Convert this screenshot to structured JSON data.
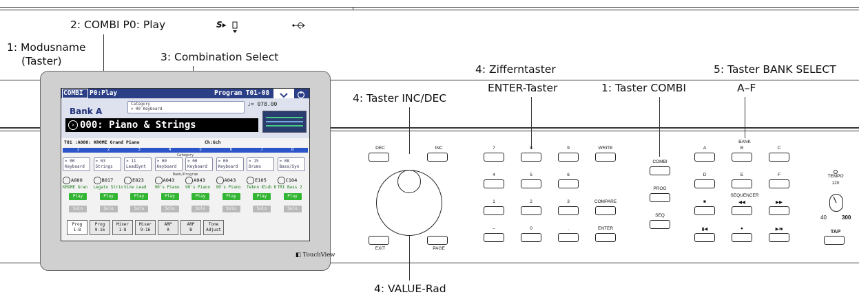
{
  "callouts": {
    "modusname_line1": "1: Modusname",
    "modusname_line2": "(Taster)",
    "combi_p0": "2: COMBI P0: Play",
    "combination_select": "3: Combination Select",
    "inc_dec": "4: Taster INC/DEC",
    "zifferntaster": "4: Zifferntaster",
    "enter_taster": "ENTER-Taster",
    "taster_combi": "1: Taster COMBI",
    "bank_select": "5: Taster BANK SELECT",
    "a_f": "A–F",
    "value_rad": "4: VALUE-Rad"
  },
  "lcd": {
    "mode": "COMBI",
    "page": "P0:Play",
    "program": "Program T01-08",
    "bank": "Bank A",
    "category_line1": "Category",
    "category_line2": "> 00 Keyboard",
    "tempo": "♩= 078.00",
    "combi_name": "000: Piano & Strings",
    "track_info": "T01 :A000: KROME Grand Piano",
    "channel": "Ch:Gch",
    "channels": [
      "1",
      "2",
      "3",
      "4",
      "5",
      "6",
      "7",
      "8"
    ],
    "category_heading": "Category",
    "bank_program_heading": "Bank/Program",
    "categories": [
      {
        "num": "> 00",
        "name": "Keyboard"
      },
      {
        "num": "> 03",
        "name": "Strings"
      },
      {
        "num": "> 11",
        "name": "LeadSynt"
      },
      {
        "num": "> 00",
        "name": "Keyboard"
      },
      {
        "num": "> 00",
        "name": "Keyboard"
      },
      {
        "num": "> 00",
        "name": "Keyboard"
      },
      {
        "num": "> 15",
        "name": "Drums"
      },
      {
        "num": "> 08",
        "name": "Bass/Syn"
      }
    ],
    "programs": [
      {
        "id": "A000",
        "name": "KROME Gran"
      },
      {
        "id": "B017",
        "name": "Legato Strin"
      },
      {
        "id": "E023",
        "name": "Sine Lead"
      },
      {
        "id": "A043",
        "name": "90's Piano"
      },
      {
        "id": "A043",
        "name": "90's Piano"
      },
      {
        "id": "A043",
        "name": "90's Piano"
      },
      {
        "id": "E105",
        "name": "Tekno Klub K"
      },
      {
        "id": "C104",
        "name": "TRI Bass 2"
      }
    ],
    "play_label": "Play",
    "solo_label": "Solo",
    "tabs": [
      {
        "l1": "Prog",
        "l2": "1-8"
      },
      {
        "l1": "Prog",
        "l2": "9-16"
      },
      {
        "l1": "Mixer",
        "l2": "1-8"
      },
      {
        "l1": "Mixer",
        "l2": "9-16"
      },
      {
        "l1": "ARP",
        "l2": "A"
      },
      {
        "l1": "ARP",
        "l2": "B"
      },
      {
        "l1": "Tone",
        "l2": "Adjust"
      }
    ],
    "touchview": "TouchView"
  },
  "panel": {
    "dec": "DEC",
    "inc": "INC",
    "exit": "EXIT",
    "page": "PAGE",
    "num_7": "7",
    "num_8": "8",
    "num_9": "9",
    "write": "WRITE",
    "num_4": "4",
    "num_5": "5",
    "num_6": "6",
    "num_1": "1",
    "num_2": "2",
    "num_3": "3",
    "compare": "COMPARE",
    "minus": "–",
    "num_0": "0",
    "dot": ".",
    "enter": "ENTER",
    "combi": "COMBI",
    "prog": "PROG",
    "seq": "SEQ",
    "bank": "BANK",
    "bank_a": "A",
    "bank_b": "B",
    "bank_c": "C",
    "bank_d": "D",
    "bank_e": "E",
    "bank_f": "F",
    "sequencer": "SEQUENCER",
    "seq_stop": "■",
    "seq_rew": "◀◀",
    "seq_ff": "▶▶",
    "seq_locate": "▮◀",
    "seq_rec": "●",
    "seq_play": "▶/■",
    "tempo": "TEMPO",
    "tempo_mid": "120",
    "tempo_min": "40",
    "tempo_max": "300",
    "tap": "TAP"
  }
}
